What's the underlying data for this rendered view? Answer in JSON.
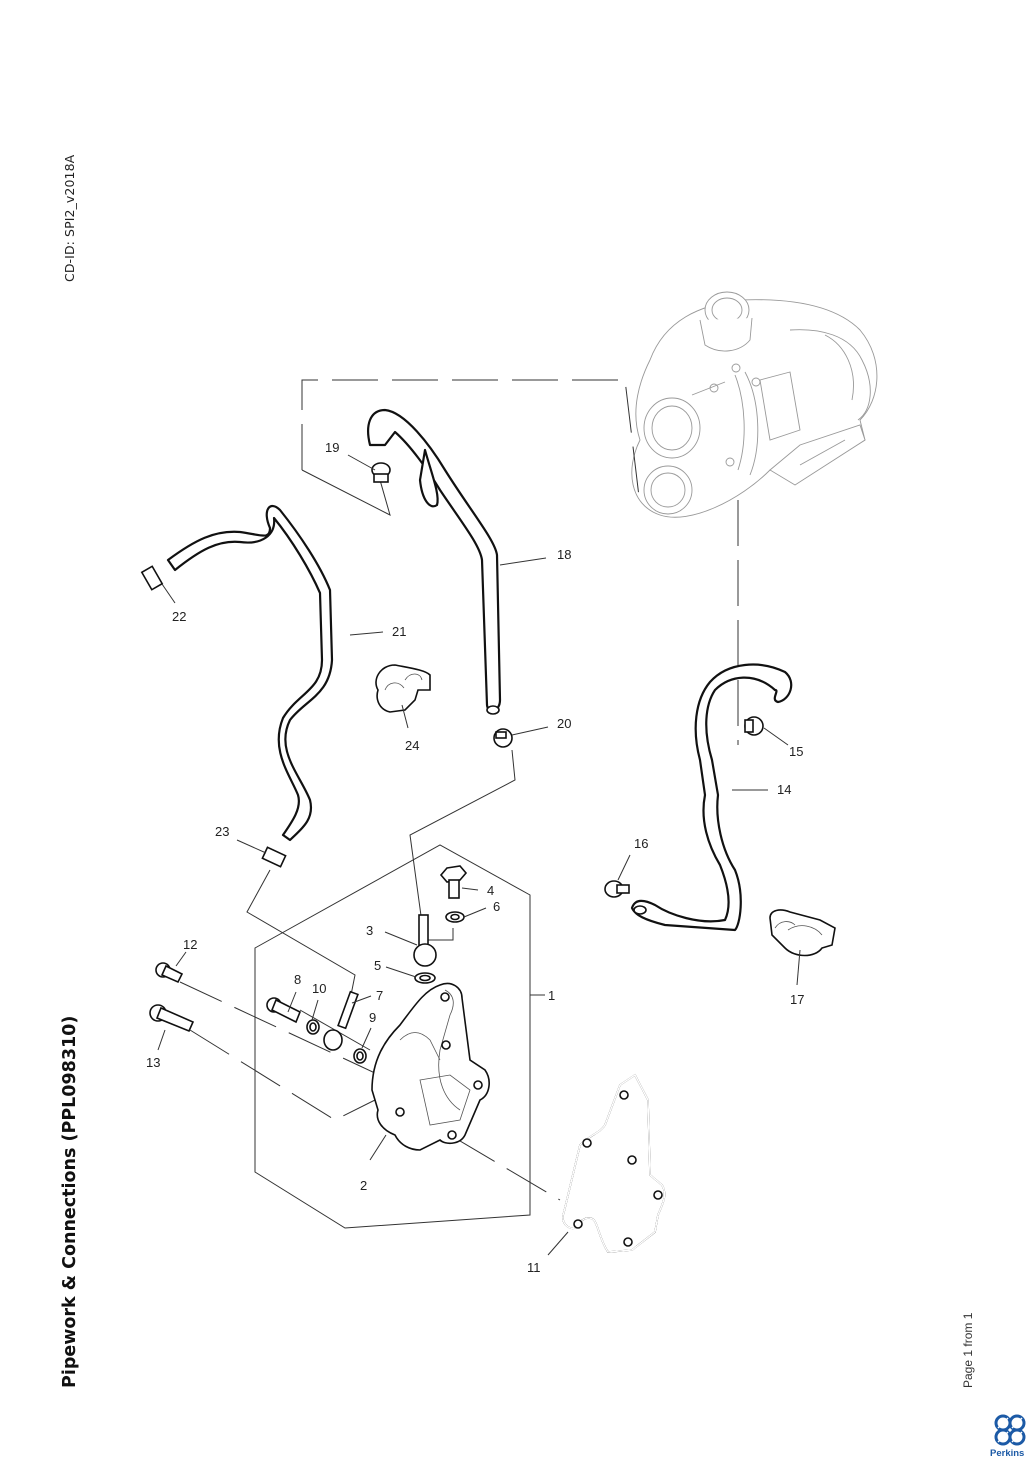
{
  "document": {
    "cd_id": "CD-ID: SPI2_v2018A",
    "title": "Pipework & Connections (PPL098310)",
    "page_label": "Page 1 from 1",
    "brand": "Perkins",
    "brand_color": "#1c5aa6"
  },
  "callouts": [
    {
      "id": "1",
      "label": "1"
    },
    {
      "id": "2",
      "label": "2"
    },
    {
      "id": "3",
      "label": "3"
    },
    {
      "id": "4",
      "label": "4"
    },
    {
      "id": "5",
      "label": "5"
    },
    {
      "id": "6",
      "label": "6"
    },
    {
      "id": "7",
      "label": "7"
    },
    {
      "id": "8",
      "label": "8"
    },
    {
      "id": "9",
      "label": "9"
    },
    {
      "id": "10",
      "label": "10"
    },
    {
      "id": "11",
      "label": "11"
    },
    {
      "id": "12",
      "label": "12"
    },
    {
      "id": "13",
      "label": "13"
    },
    {
      "id": "14",
      "label": "14"
    },
    {
      "id": "15",
      "label": "15"
    },
    {
      "id": "16",
      "label": "16"
    },
    {
      "id": "17",
      "label": "17"
    },
    {
      "id": "18",
      "label": "18"
    },
    {
      "id": "19",
      "label": "19"
    },
    {
      "id": "20",
      "label": "20"
    },
    {
      "id": "21",
      "label": "21"
    },
    {
      "id": "22",
      "label": "22"
    },
    {
      "id": "23",
      "label": "23"
    },
    {
      "id": "24",
      "label": "24"
    }
  ]
}
